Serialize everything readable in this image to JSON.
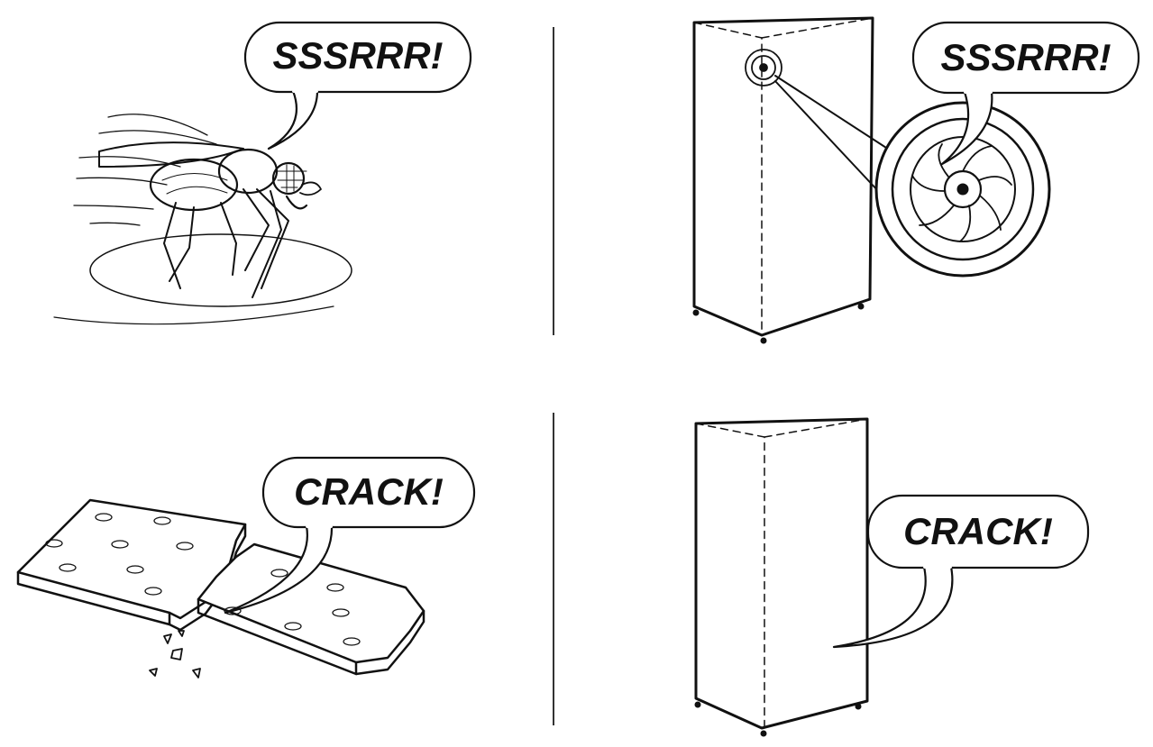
{
  "panels": {
    "fly": {
      "bubble_text": "SSSRRR!"
    },
    "fridge_fan": {
      "bubble_text": "SSSRRR!"
    },
    "cracker": {
      "bubble_text": "CRACK!"
    },
    "fridge_crack": {
      "bubble_text": "CRACK!"
    }
  },
  "colors": {
    "ink": "#111111",
    "background": "#ffffff",
    "divider": "#333333"
  }
}
